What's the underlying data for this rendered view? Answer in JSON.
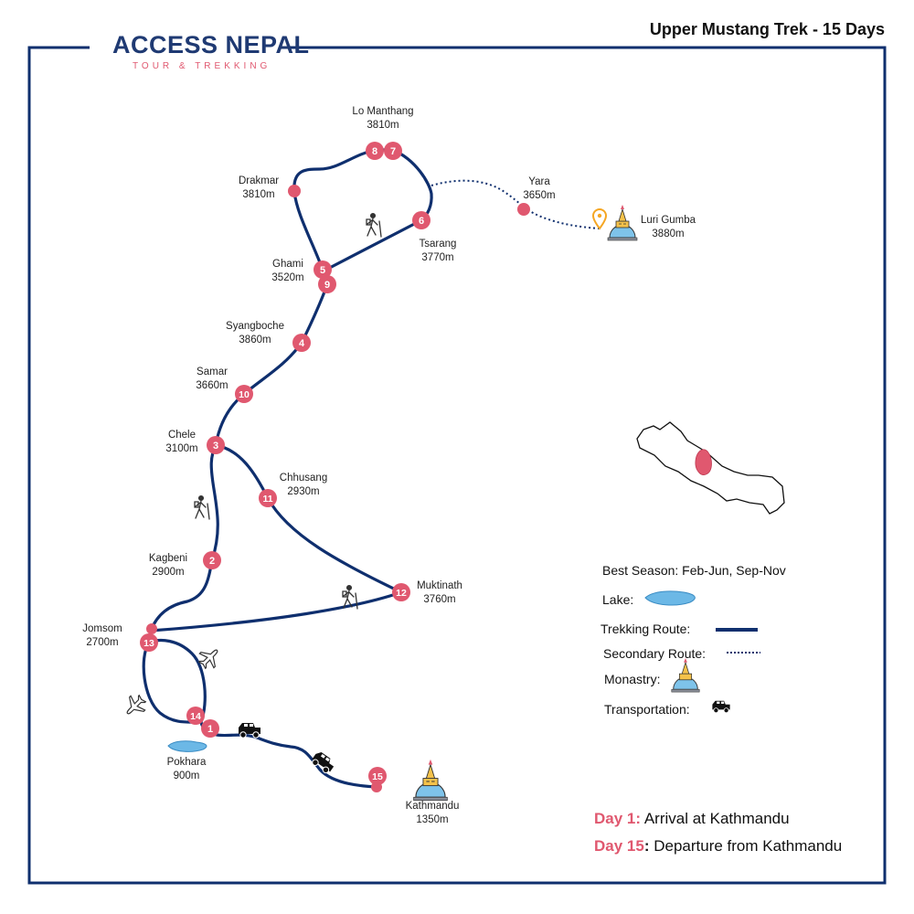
{
  "title": "Upper Mustang Trek - 15 Days",
  "brand": {
    "name": "ACCESS NEPAL",
    "tagline": "TOUR & TREKKING",
    "colors": {
      "navy": "#1f3a73",
      "pink": "#e0586f",
      "route": "#0f2f6e"
    }
  },
  "places": [
    {
      "id": "lo-manthang",
      "name": "Lo Manthang",
      "elev": "3810m"
    },
    {
      "id": "drakmar",
      "name": "Drakmar",
      "elev": "3810m"
    },
    {
      "id": "yara",
      "name": "Yara",
      "elev": "3650m"
    },
    {
      "id": "luri-gumba",
      "name": "Luri Gumba",
      "elev": "3880m"
    },
    {
      "id": "tsarang",
      "name": "Tsarang",
      "elev": "3770m"
    },
    {
      "id": "ghami",
      "name": "Ghami",
      "elev": "3520m"
    },
    {
      "id": "syangboche",
      "name": "Syangboche",
      "elev": "3860m"
    },
    {
      "id": "samar",
      "name": "Samar",
      "elev": "3660m"
    },
    {
      "id": "chele",
      "name": "Chele",
      "elev": "3100m"
    },
    {
      "id": "chhusang",
      "name": "Chhusang",
      "elev": "2930m"
    },
    {
      "id": "kagbeni",
      "name": "Kagbeni",
      "elev": "2900m"
    },
    {
      "id": "muktinath",
      "name": "Muktinath",
      "elev": "3760m"
    },
    {
      "id": "jomsom",
      "name": "Jomsom",
      "elev": "2700m"
    },
    {
      "id": "pokhara",
      "name": "Pokhara",
      "elev": "900m"
    },
    {
      "id": "kathmandu",
      "name": "Kathmandu",
      "elev": "1350m"
    }
  ],
  "day_markers": [
    "1",
    "2",
    "3",
    "4",
    "5",
    "6",
    "7",
    "8",
    "9",
    "10",
    "11",
    "12",
    "13",
    "14",
    "15"
  ],
  "legend": {
    "season": "Best Season: Feb-Jun, Sep-Nov",
    "lake": "Lake:",
    "trekking_route": "Trekking Route:",
    "secondary_route": "Secondary Route:",
    "monastry": "Monastry:",
    "transportation": "Transportation:"
  },
  "notes": {
    "day1_key": "Day 1:",
    "day1_text": " Arrival at Kathmandu",
    "day15_key": "Day 15",
    "day15_colon": ":",
    "day15_text": " Departure from Kathmandu"
  }
}
